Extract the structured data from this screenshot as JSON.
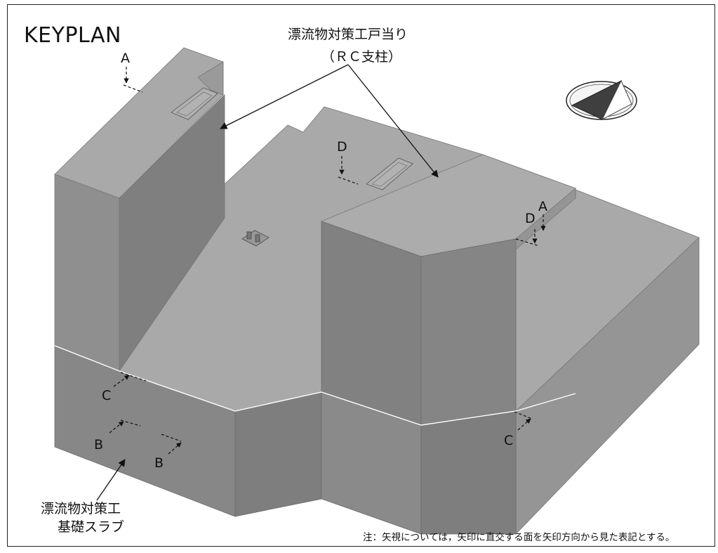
{
  "title": "KEYPLAN",
  "callouts": {
    "top": [
      "漂流物対策工戸当り",
      "（ＲＣ支柱）"
    ],
    "bottom": [
      "漂流物対策工",
      "基礎スラブ"
    ]
  },
  "section_marks": {
    "a1": "A",
    "a2": "A",
    "d1": "D",
    "d2": "D",
    "c1": "C",
    "c2": "C",
    "b1": "B",
    "b2": "B"
  },
  "note": "注：矢視については，矢印に直交する面を矢印方向から見た表記とする。",
  "colors": {
    "top_face": "#a9a9a9",
    "left_face": "#8f8f8f",
    "front_face": "#7f7f80",
    "right_face": "#939393",
    "edge": "#6c6c6c",
    "compass_dark": "#3f3f3f"
  }
}
